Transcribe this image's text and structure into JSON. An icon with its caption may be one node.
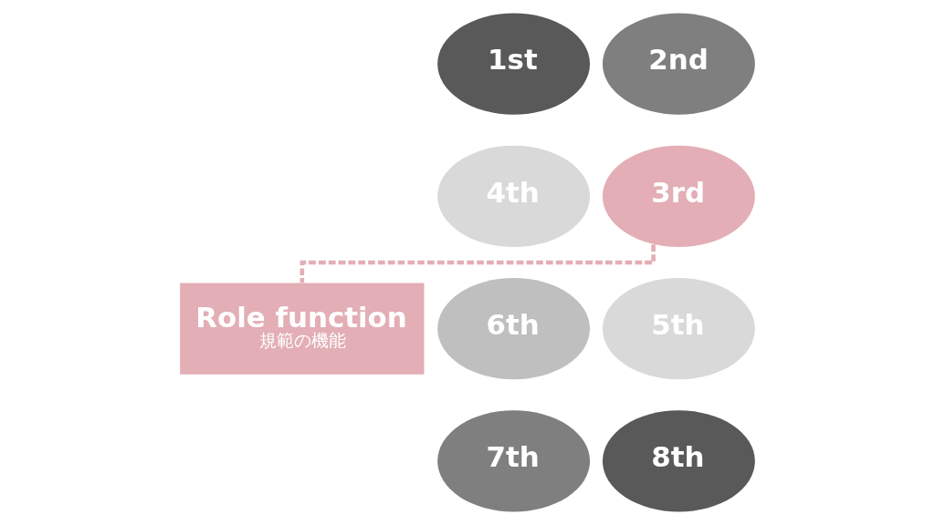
{
  "diagram": {
    "nodes": [
      {
        "text": [
          "1st"
        ]
      },
      {
        "text": [
          "2nd"
        ]
      },
      {
        "text": [
          "4th"
        ]
      },
      {
        "text": [
          "3rd"
        ]
      },
      {
        "text": [
          "Role function",
          "規範の機能"
        ]
      },
      {
        "text": [
          "6th"
        ]
      },
      {
        "text": [
          "5th"
        ]
      },
      {
        "text": [
          "7th"
        ]
      },
      {
        "text": [
          "8th"
        ]
      }
    ],
    "edges": [
      {
        "from": 3,
        "to": 4,
        "arrow": "none",
        "style": "dashed",
        "color": "#e3aeb5"
      }
    ]
  }
}
